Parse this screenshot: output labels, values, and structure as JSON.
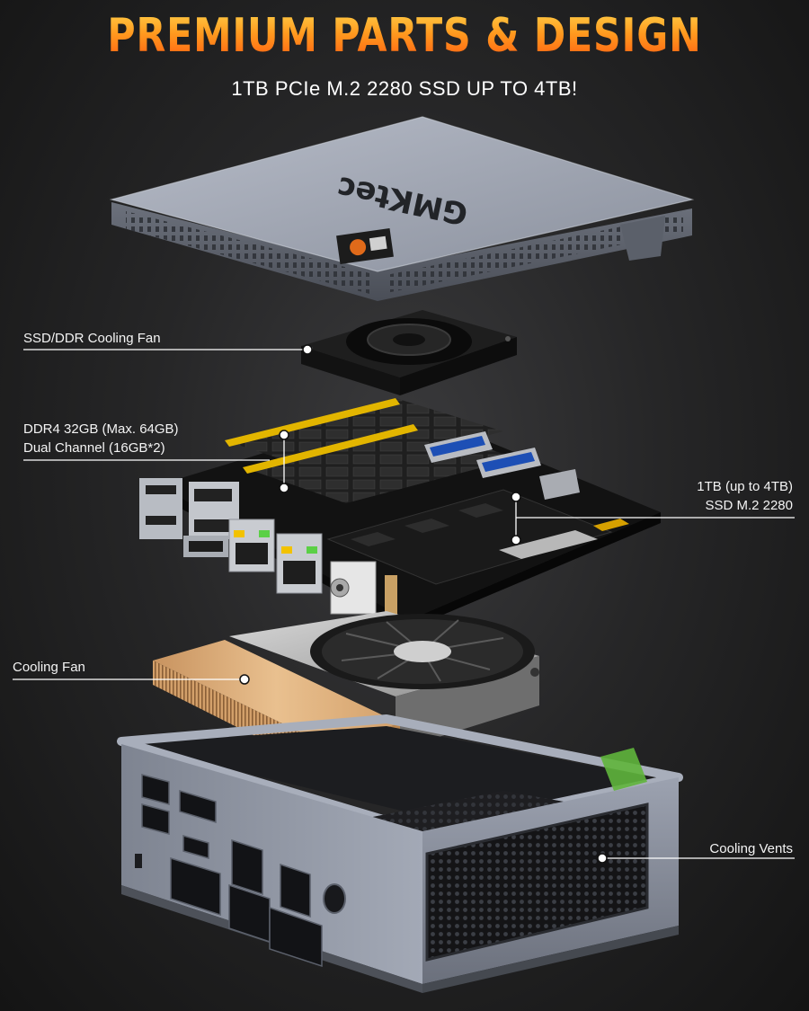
{
  "headline": "PREMIUM PARTS & DESIGN",
  "subheadline": "1TB PCIe M.2 2280 SSD UP TO 4TB!",
  "lid": {
    "logo": "GMKtec"
  },
  "callouts": {
    "ssd_ddr_fan": "SSD/DDR Cooling Fan",
    "ddr4_line1": "DDR4 32GB (Max. 64GB)",
    "ddr4_line2": "Dual Channel (16GB*2)",
    "ssd_line1": "1TB (up to 4TB)",
    "ssd_line2": "SSD M.2 2280",
    "cooling_fan": "Cooling Fan",
    "cooling_vents": "Cooling Vents"
  },
  "colors": {
    "headline_top": "#ffd24a",
    "headline_bottom": "#ff5a10",
    "chassis": "#8f95a3",
    "heatsink_copper": "#d9a978",
    "pcb": "#161616",
    "port_highlight": "#f2c200"
  }
}
